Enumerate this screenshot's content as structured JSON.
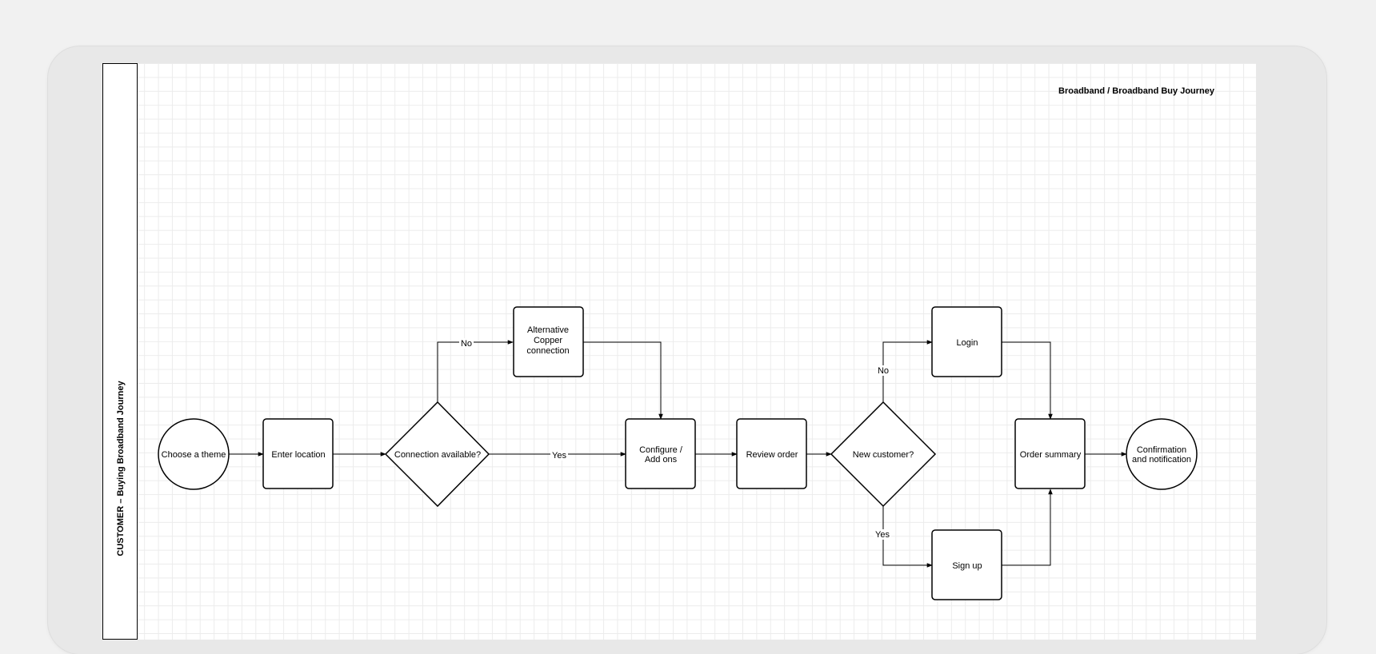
{
  "diagram": {
    "title": "Broadband / Broadband Buy Journey",
    "lane_label": "CUSTOMER – Buying Broadband Journey",
    "nodes": {
      "choose_theme": "Choose a theme",
      "enter_location": "Enter location",
      "connection_available": "Connection available?",
      "alternative_copper": [
        "Alternative",
        "Copper",
        "connection"
      ],
      "configure": [
        "Configure /",
        "Add ons"
      ],
      "review_order": "Review order",
      "new_customer": "New customer?",
      "login": "Login",
      "sign_up": "Sign up",
      "order_summary": "Order summary",
      "confirmation": [
        "Confirmation",
        "and notification"
      ]
    },
    "edges": {
      "connection_no": "No",
      "connection_yes": "Yes",
      "customer_no": "No",
      "customer_yes": "Yes"
    }
  }
}
